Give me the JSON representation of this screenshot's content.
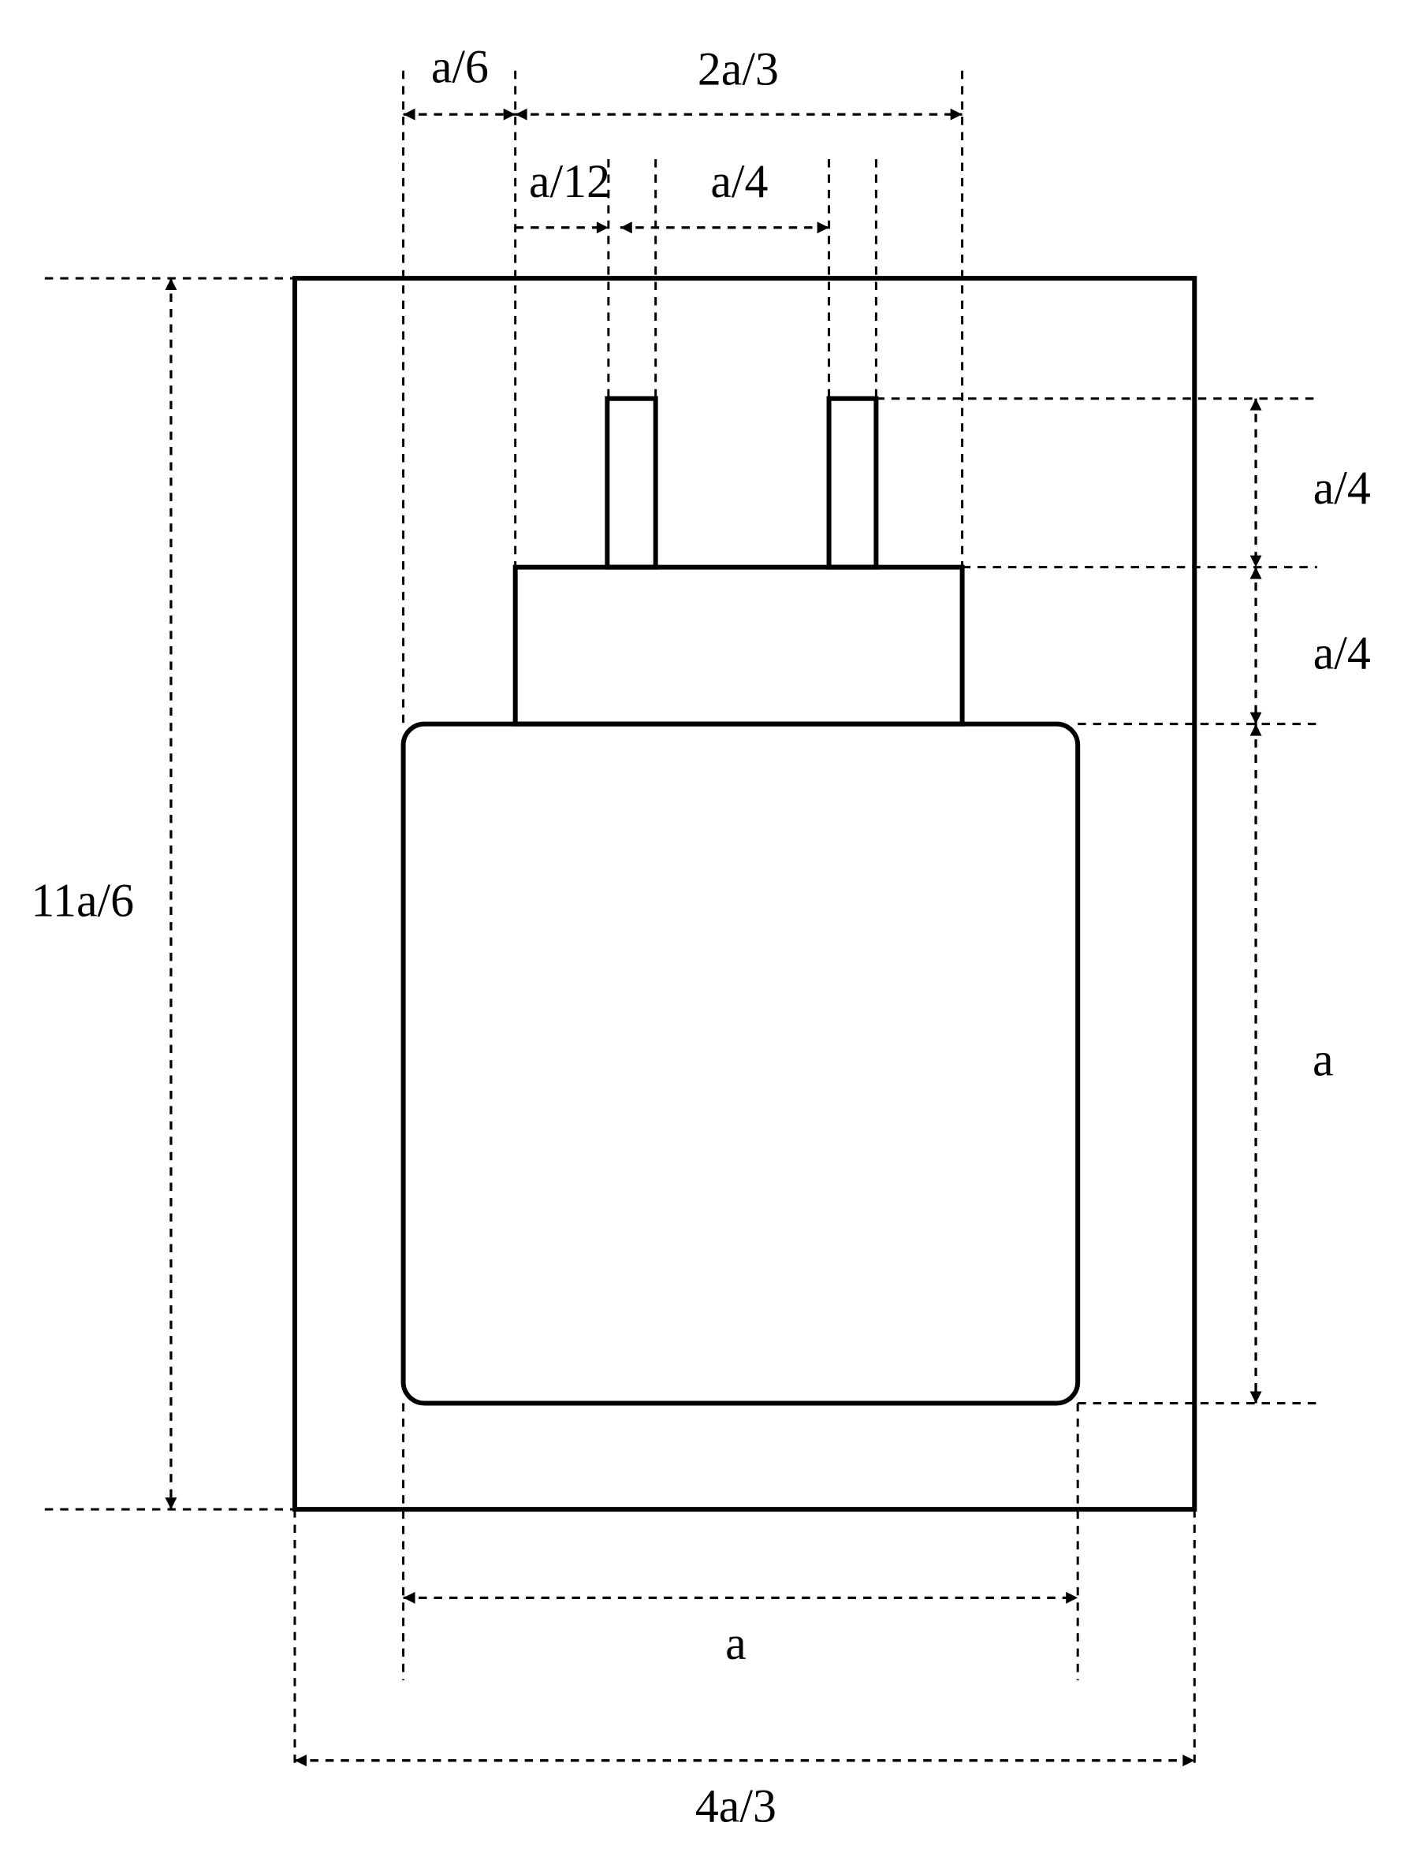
{
  "diagram": {
    "labels": {
      "top_left_gap": "a/6",
      "head_width": "2a/3",
      "pin_offset": "a/12",
      "pin_spacing": "a/4",
      "total_height": "11a/6",
      "pin_height": "a/4",
      "head_height": "a/4",
      "body_height": "a",
      "body_width": "a",
      "total_width": "4a/3"
    },
    "colors": {
      "stroke": "#000000",
      "background": "#ffffff"
    }
  }
}
